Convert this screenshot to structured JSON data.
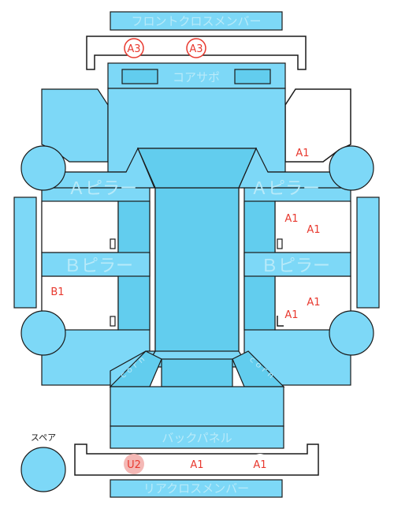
{
  "parts": {
    "front_cross_member": "フロントクロスメンバー",
    "radiator_support": "コアサポ",
    "a_pillar_left": "Ａピラー",
    "a_pillar_right": "Ａピラー",
    "b_pillar_left": "Ｂピラー",
    "b_pillar_right": "Ｂピラー",
    "back_panel": "バックパネル",
    "rear_cross_member": "リアクロスメンバー",
    "spare": "スペア",
    "corner_left": "ｃｏｒｎ",
    "corner_right": "ｃｏｒｎ"
  },
  "marks": {
    "front_left": "A3",
    "front_right": "A3",
    "right_front": "A1",
    "right_upper_1": "A1",
    "right_upper_2": "A1",
    "left_lower": "B1",
    "right_lower_1": "A1",
    "right_lower_2": "A1",
    "rear_1": "U2",
    "rear_2": "A1",
    "rear_3": "A1"
  },
  "colors": {
    "panel": "#7dd8f7",
    "panel_dark": "#62cdee",
    "mark_red": "#e8392f",
    "ring_red": "#e8392f",
    "ring_pink": "#f4b8b5"
  }
}
